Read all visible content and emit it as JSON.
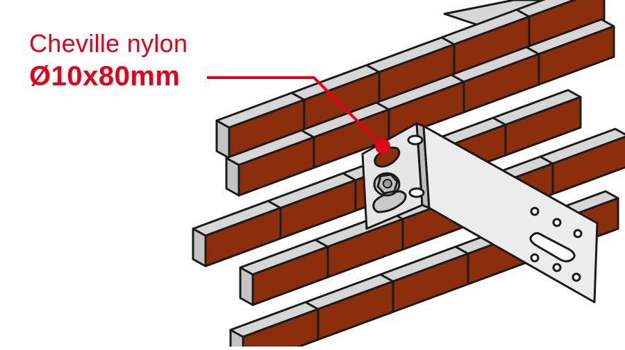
{
  "callout": {
    "line1": "Cheville nylon",
    "line2": "Ø10x80mm"
  },
  "colors": {
    "accent": "#e2001a",
    "brick": "#8b2e0c",
    "brick_top": "#d6d6d6",
    "bracket": "#e8e8e8",
    "outline": "#1a1a1a"
  },
  "icons": [
    "brick-wall",
    "angle-bracket",
    "nylon-anchor-bolt",
    "leader-dot"
  ]
}
